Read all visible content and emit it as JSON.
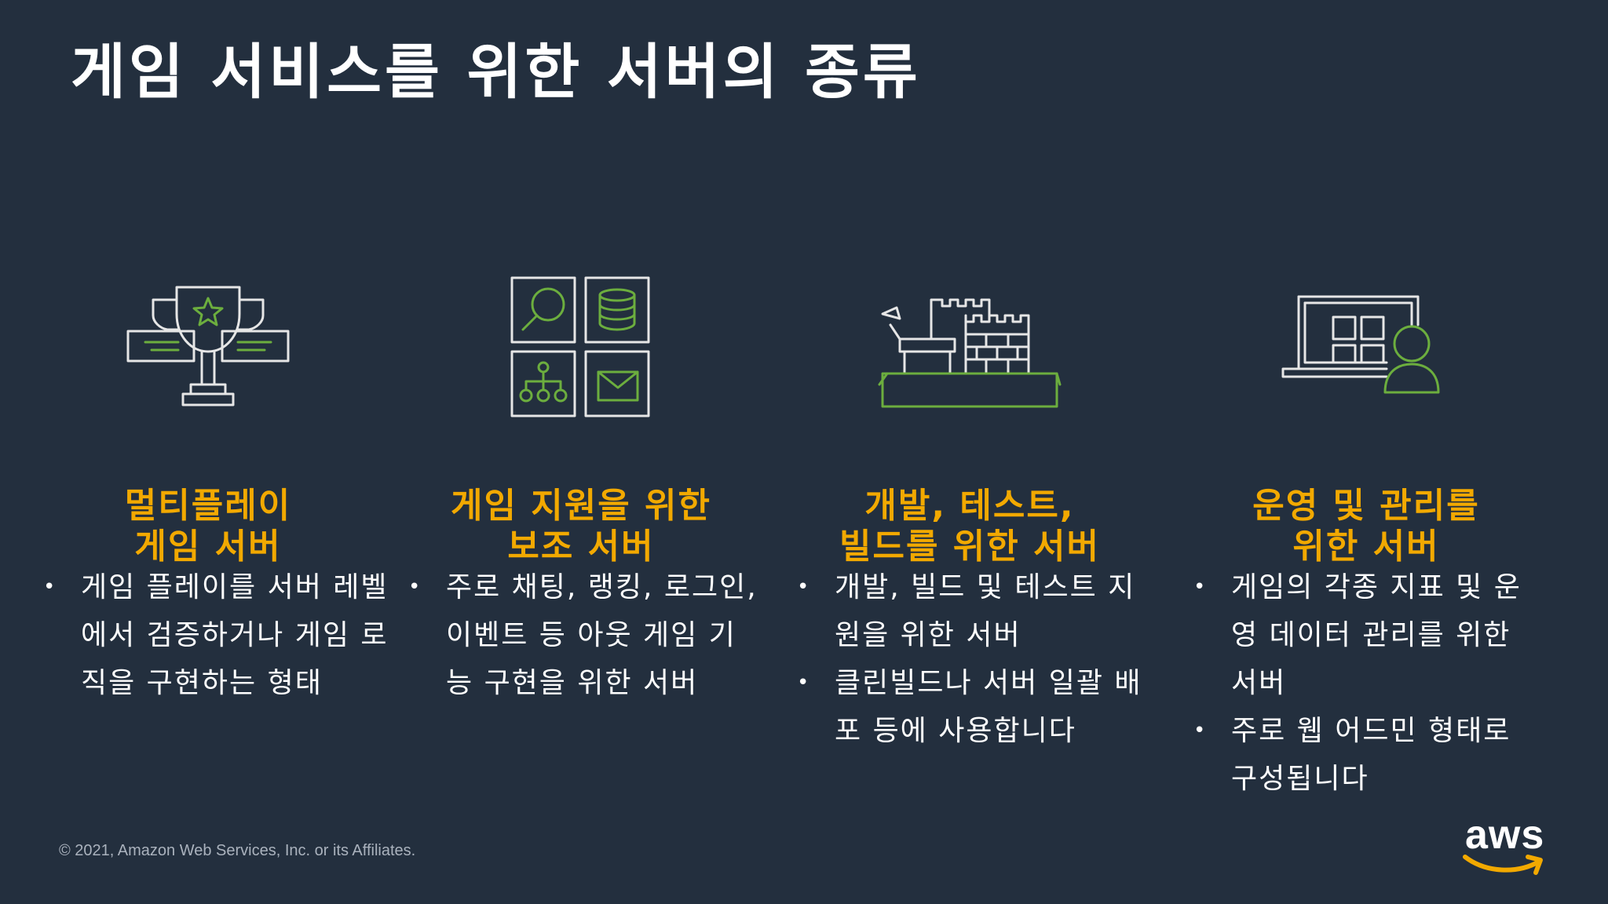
{
  "slide": {
    "title": "게임 서비스를 위한 서버의 종류"
  },
  "columns": [
    {
      "icon": "trophy-icon",
      "title_lines": [
        "멀티플레이",
        "게임 서버"
      ],
      "bullet_lines": [
        [
          "게임 플레이를 서버 레벨",
          "에서 검증하거나 게임 로",
          "직을 구현하는 형태"
        ]
      ]
    },
    {
      "icon": "service-grid-icon",
      "title_lines": [
        "게임 지원을 위한",
        "보조 서버"
      ],
      "bullet_lines": [
        [
          "주로 채팅, 랭킹, 로그인,",
          "이벤트 등 아웃 게임 기",
          "능 구현을 위한 서버"
        ]
      ]
    },
    {
      "icon": "sandcastle-icon",
      "title_lines": [
        "개발, 테스트,",
        "빌드를 위한 서버"
      ],
      "bullet_lines": [
        [
          "개발, 빌드 및 테스트 지",
          "원을 위한 서버"
        ],
        [
          "클린빌드나 서버 일괄 배",
          "포 등에 사용합니다"
        ]
      ]
    },
    {
      "icon": "admin-laptop-icon",
      "title_lines": [
        "운영 및 관리를",
        "위한 서버"
      ],
      "bullet_lines": [
        [
          "게임의 각종 지표 및 운",
          "영 데이터 관리를 위한",
          "서버"
        ],
        [
          "주로 웹 어드민 형태로",
          "구성됩니다"
        ]
      ]
    }
  ],
  "footer": {
    "copyright": "© 2021, Amazon Web Services, Inc. or its Affiliates.",
    "logo_text": "aws"
  },
  "colors": {
    "background": "#232f3e",
    "accent_orange": "#f2a900",
    "icon_green": "#6cae3e",
    "icon_white": "#e6e6e6"
  }
}
